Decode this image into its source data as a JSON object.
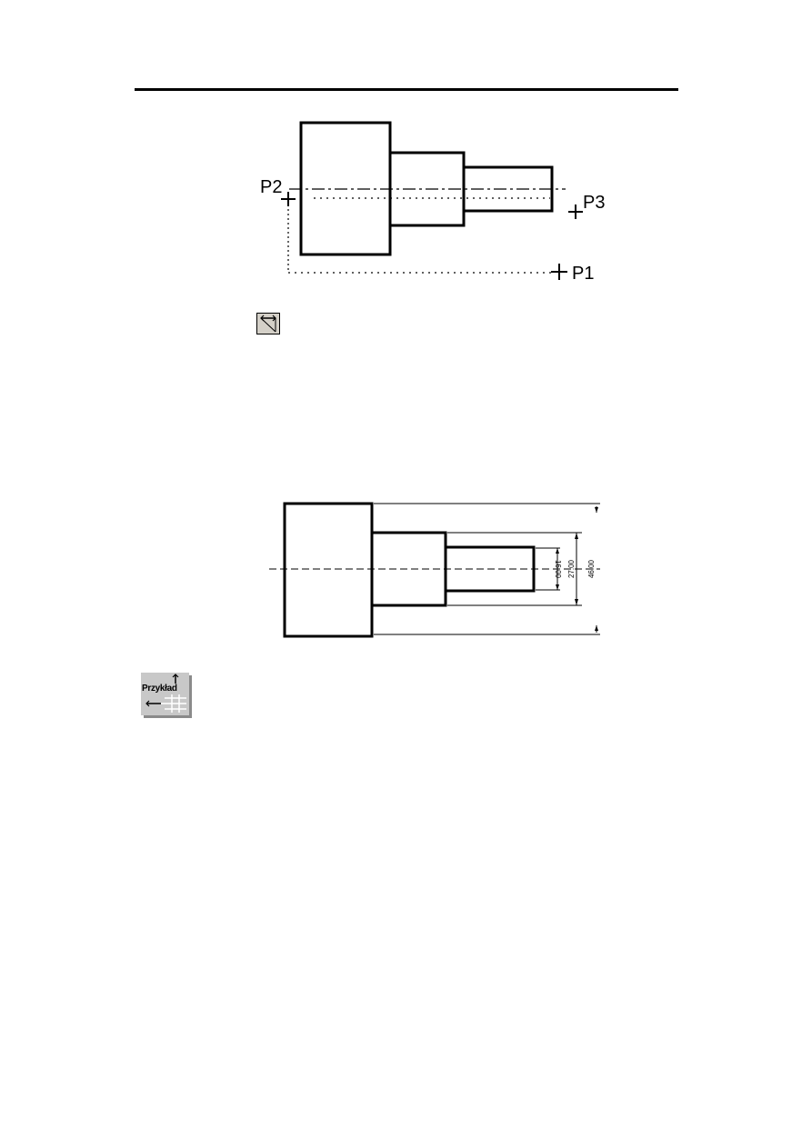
{
  "figure1": {
    "points": {
      "p1": "P1",
      "p2": "P2",
      "p3": "P3"
    }
  },
  "figure2": {
    "dimensions": {
      "d1": "16.00",
      "d2": "27.00",
      "d3": "46.00"
    }
  },
  "icons": {
    "toolbar_icon": "dimension-tool-icon",
    "example_icon": "example-badge-icon"
  },
  "example_badge": {
    "label": "Przykład"
  }
}
